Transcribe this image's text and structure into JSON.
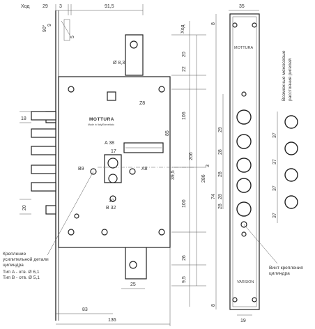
{
  "labels": {
    "hod_top": "Ход",
    "hod_side": "Ход",
    "brand_plate": "MOTTURA",
    "brand_small": "Made in Italy/Brevettato",
    "brand_faceplate": "MOTTURA",
    "faceplate_bottom_text": "VARSION",
    "z8": "Z8",
    "a38": "A 38",
    "a8": "A8",
    "b32": "B 32",
    "b9": "B9",
    "phi83": "Ø 8,3",
    "callout_cyl_title_1": "Крепление",
    "callout_cyl_title_2": "усилительной детали",
    "callout_cyl_title_3": "цилиндра",
    "callout_cyl_typeA": "Тип A - отв. Ø 6,1",
    "callout_cyl_typeB": "Тип B - отв. Ø 5,1",
    "callout_screw_1": "Винт крепления",
    "callout_screw_2": "цилиндра",
    "side_note_1": "Возможные межосевые",
    "side_note_2": "расстояния ригелей"
  },
  "dims": {
    "top_29": "29",
    "top_3": "3",
    "top_91_5": "91,5",
    "top_35": "35",
    "left_90": "90°",
    "left_9": "9",
    "left_18": "18",
    "left_20": "20",
    "left_5": "5",
    "right_20": "20",
    "right_22": "22",
    "right_106": "106",
    "right_85": "85",
    "right_206": "206",
    "right_39_5": "39,5",
    "right_100": "100",
    "right_26": "26",
    "right_9_5": "9,5",
    "right_286": "286",
    "right_3": "3",
    "fp_8": "8",
    "fp_29": "29",
    "fp_28a": "28",
    "fp_28b": "28",
    "fp_28c": "28",
    "fp_74": "74",
    "fp_28d": "28",
    "fp_8b": "8",
    "side_37a": "37",
    "side_37b": "37",
    "side_37c": "37",
    "side_37d": "37",
    "dim_17": "17",
    "dim_10": "10",
    "bottom_25": "25",
    "bottom_83": "83",
    "bottom_136": "136",
    "bottom_19": "19"
  }
}
